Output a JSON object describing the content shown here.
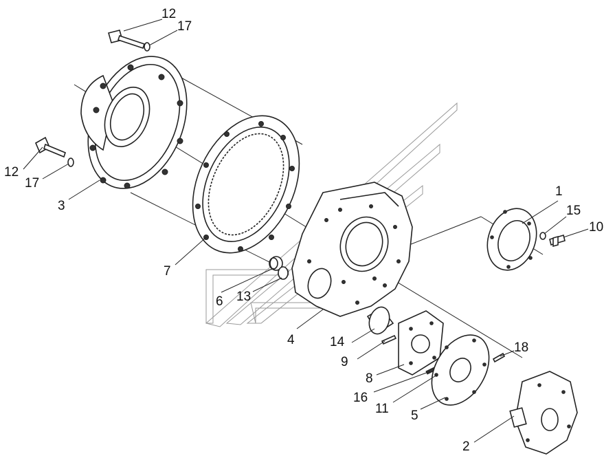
{
  "labels": {
    "p1": "1",
    "p2": "2",
    "p3": "3",
    "p4": "4",
    "p5": "5",
    "p6": "6",
    "p7": "7",
    "p8": "8",
    "p9": "9",
    "p10": "10",
    "p11": "11",
    "p12a": "12",
    "p12b": "12",
    "p13": "13",
    "p14": "14",
    "p15": "15",
    "p16": "16",
    "p17a": "17",
    "p17b": "17",
    "p18": "18"
  }
}
